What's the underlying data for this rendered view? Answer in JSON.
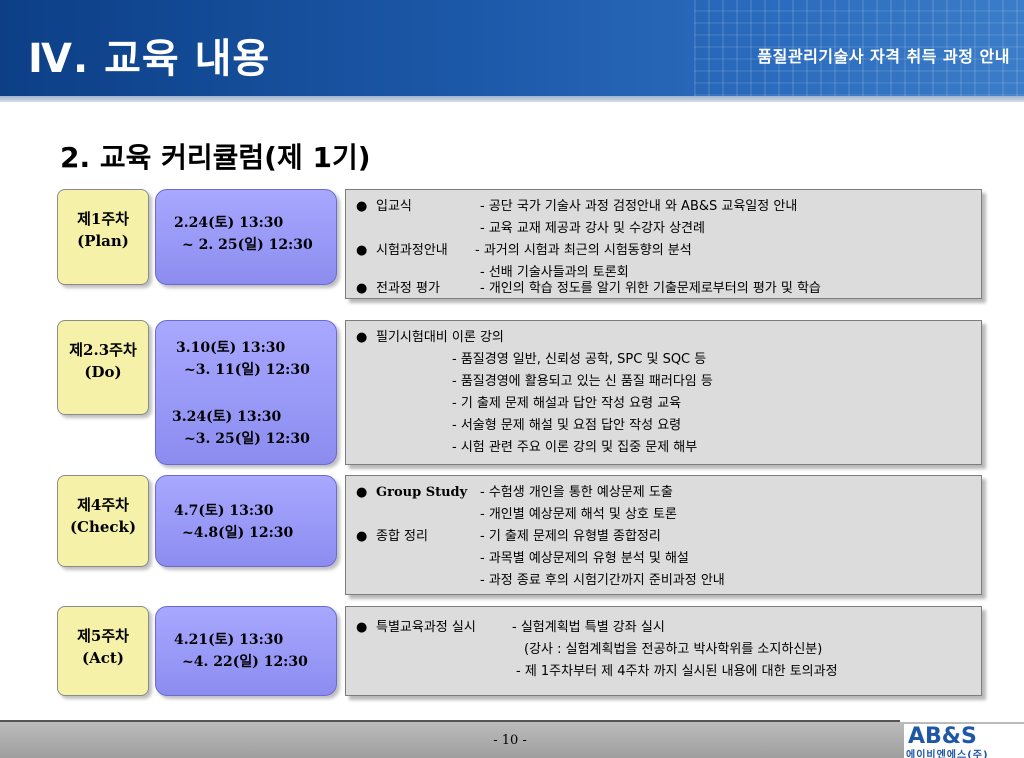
{
  "header": {
    "title": "Ⅳ. 교육 내용",
    "subtitle": "품질관리기술사  자격  취득  과정  안내"
  },
  "section_title": "2. 교육 커리큘럼(제 1기)",
  "weeks": [
    {
      "name": "제1주차",
      "phase": "(Plan)",
      "dates": [
        "2.24(토) 13:30",
        "~ 2. 25(일) 12:30"
      ],
      "lines": [
        {
          "bullet": "●",
          "label": "입교식",
          "text": "- 공단 국가 기술사 과정 검정안내 와 AB&S 교육일정 안내"
        },
        {
          "text": "- 교육 교재 제공과 강사 및 수강자 상견례"
        },
        {
          "bullet": "●",
          "label": "시험과정안내",
          "text": "- 과거의 시험과 최근의 시험동향의 분석"
        },
        {
          "text": "- 선배 기술사들과의 토론회"
        },
        {
          "bullet": "●",
          "label": "전과정 평가",
          "text": "- 개인의 학습 정도를 알기 위한 기출문제로부터의 평가 및 학습"
        }
      ]
    },
    {
      "name": "제2.3주차",
      "phase": "(Do)",
      "dates": [
        "3.10(토) 13:30",
        "~3. 11(일) 12:30",
        "3.24(토) 13:30",
        "~3. 25(일) 12:30"
      ],
      "lines": [
        {
          "bullet": "●",
          "label": "필기시험대비 이론 강의"
        },
        {
          "text": "- 품질경영 일반, 신뢰성 공학, SPC 및 SQC 등"
        },
        {
          "text": "- 품질경영에 활용되고 있는 신 품질 패러다임 등"
        },
        {
          "text": "- 기 출제 문제 해설과 답안 작성 요령 교육"
        },
        {
          "text": "- 서술형 문제 해설 및 요점 답안 작성 요령"
        },
        {
          "text": "- 시험 관련 주요 이론 강의 및 집중 문제 해부"
        }
      ]
    },
    {
      "name": "제4주차",
      "phase": "(Check)",
      "dates": [
        "4.7(토) 13:30",
        "~4.8(일) 12:30"
      ],
      "lines": [
        {
          "bullet": "●",
          "label": "Group Study",
          "text": "- 수험생 개인을 통한 예상문제 도출"
        },
        {
          "text": "- 개인별 예상문제 해석 및 상호 토론"
        },
        {
          "bullet": "●",
          "label": "종합 정리",
          "text": "- 기 출제 문제의 유형별 종합정리"
        },
        {
          "text": "- 과목별 예상문제의 유형 분석 및 해설"
        },
        {
          "text": "- 과정 종료 후의 시험기간까지 준비과정 안내"
        }
      ]
    },
    {
      "name": "제5주차",
      "phase": "(Act)",
      "dates": [
        "4.21(토) 13:30",
        "~4. 22(일) 12:30"
      ],
      "lines": [
        {
          "bullet": "●",
          "label": "특별교육과정 실시",
          "text": "- 실험계획법 특별 강좌 실시"
        },
        {
          "text": "(강사 : 실험계획법을  전공하고   박사학위를 소지하신분)"
        },
        {
          "text": "- 제 1주차부터 제 4주차 까지 실시된 내용에 대한 토의과정"
        }
      ]
    }
  ],
  "footer": {
    "page": "- 10 -",
    "logo_mark": "AB&S",
    "logo_sub": "에이비엔에스(주)"
  },
  "colors": {
    "header_blue": "#1c58a8",
    "week_box": "#f6f1a9",
    "date_box": "#9a9af8",
    "content_box": "#dcdcdc",
    "logo_blue": "#1f57a4"
  }
}
